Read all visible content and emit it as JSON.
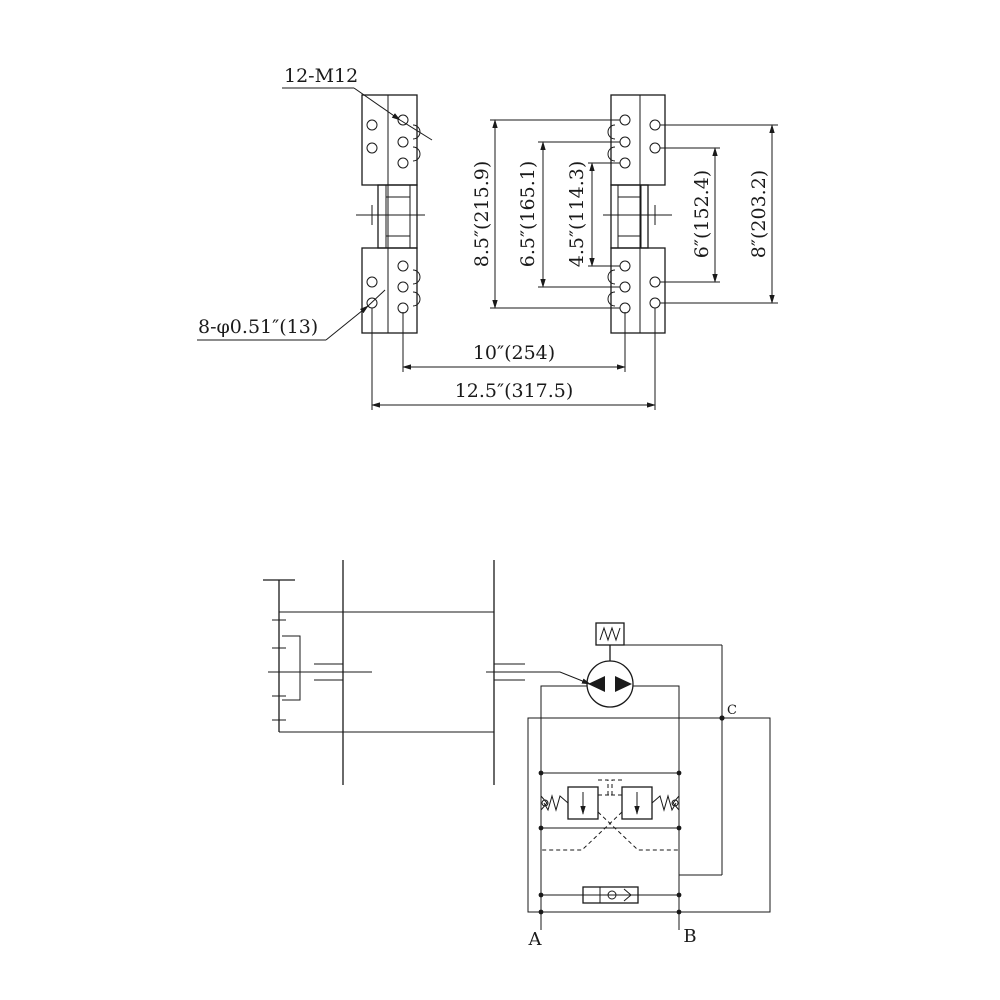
{
  "dimensions": {
    "thread_holes": "12-M12",
    "bore_holes": "8-φ0.51″(13)",
    "width_inner": "10″(254)",
    "width_outer": "12.5″(317.5)",
    "h_8_5": "8.5″(215.9)",
    "h_6_5": "6.5″(165.1)",
    "h_4_5": "4.5″(114.3)",
    "h_6": "6″(152.4)",
    "h_8": "8″(203.2)"
  },
  "schematic": {
    "port_a": "A",
    "port_b": "B",
    "port_c": "C"
  }
}
